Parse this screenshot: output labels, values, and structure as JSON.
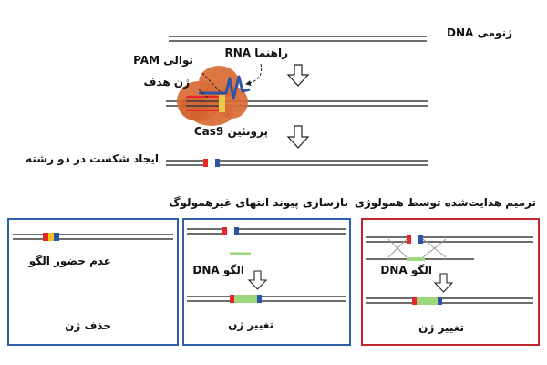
{
  "labels": {
    "genomic_dna": "DNA ژنومی",
    "guide_rna": "RNA راهنما",
    "pam": "توالی PAM",
    "target_gene": "ژن هدف",
    "cas9": "پروتئین Cas9",
    "dsb": "ایجاد شکست در دو رشته",
    "nhej_title": "بازسازی پیوند انتهای غیرهمولوگ",
    "hdr_title": "ترمیم هدایت‌شده توسط همولوژی",
    "no_template": "عدم حضور الگو",
    "gene_deletion": "حذف ژن",
    "template_dna_mid": "DNA الگو",
    "gene_change_mid": "تغییر ژن",
    "template_dna_right": "DNA الگو",
    "gene_change_right": "تغییر ژن"
  },
  "colors": {
    "strand": "#6e6e6e",
    "cut_red": "#e8262a",
    "cut_blue": "#2e55a5",
    "insert_yellow": "#f2c21a",
    "template_green": "#9fd87c",
    "cas9_orange": "#d96a35",
    "box_blue": "#2f5fa8",
    "box_red": "#c0272d"
  }
}
